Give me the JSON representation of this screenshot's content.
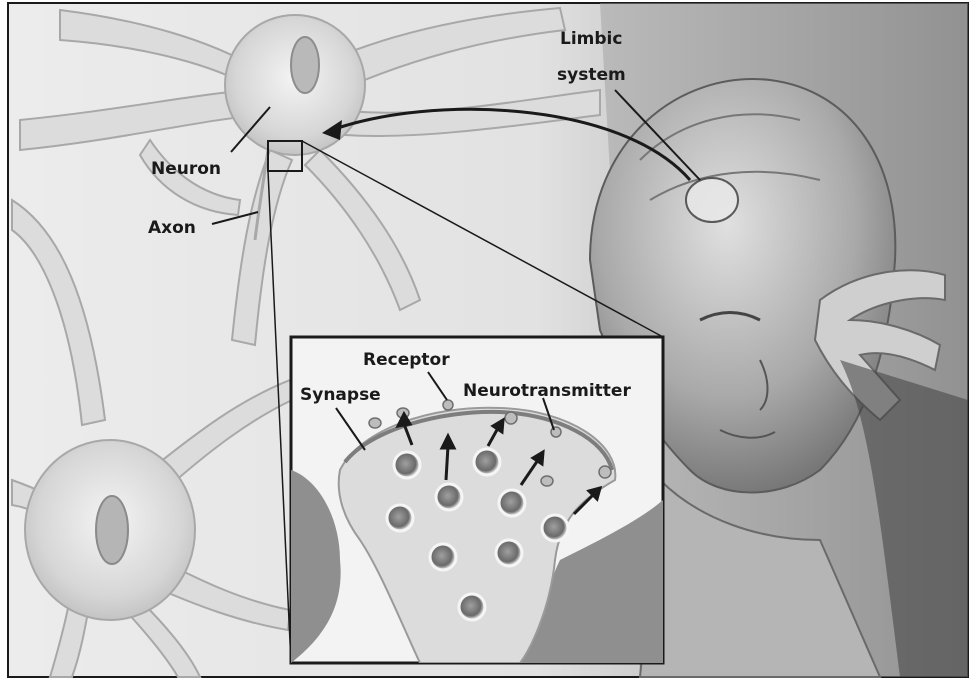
{
  "labels": {
    "limbic_line1": "Limbic",
    "limbic_line2": "system",
    "neuron": "Neuron",
    "axon": "Axon",
    "receptor": "Receptor",
    "synapse": "Synapse",
    "neurotransmitter": "Neurotransmitter"
  },
  "colors": {
    "frame": "#1a1a1a",
    "background": "#e9e9e9",
    "neuron_fill": "#dedede",
    "inset_fill": "#f2f2f2",
    "membrane": "#b0b0b0"
  }
}
